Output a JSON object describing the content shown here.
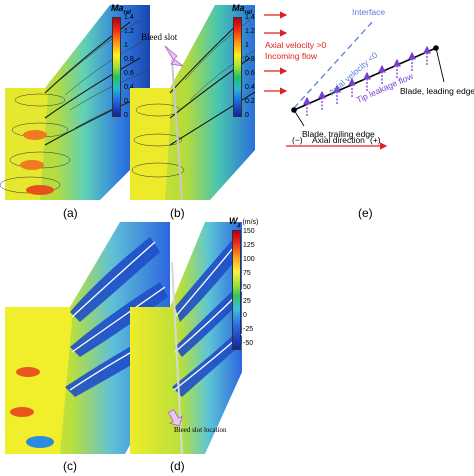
{
  "panels": [
    {
      "id": "a",
      "caption": "(a)"
    },
    {
      "id": "b",
      "caption": "(b)"
    },
    {
      "id": "c",
      "caption": "(c)"
    },
    {
      "id": "d",
      "caption": "(d)"
    },
    {
      "id": "e",
      "caption": "(e)"
    }
  ],
  "colorbar_ma": {
    "title_main": "Ma",
    "title_sub": "rel",
    "ticks": [
      "1.4",
      "1.2",
      "1",
      "0.8",
      "0.6",
      "0.4",
      "0.2",
      "0"
    ]
  },
  "colorbar_w": {
    "title_main": "W",
    "title_sub": "z",
    "title_unit": " (m/s)",
    "ticks": [
      "150",
      "125",
      "100",
      "75",
      "50",
      "25",
      "0",
      "-25",
      "-50"
    ]
  },
  "annotations": {
    "bleed_slot": "Bleed slot",
    "bleed_slot_location": "Bleed slot location"
  },
  "schematic": {
    "interface": "Interface",
    "axial_velocity_pos": "Axial velocity >0",
    "incoming_flow": "Incoming flow",
    "axial_velocity_neg": "Axial velocity <0",
    "tip_leakage_flow": "Tip leakage flow",
    "blade_leading_edge": "Blade, leading edge",
    "blade_trailing_edge": "Blade, trailing edge",
    "minus": "(−)",
    "axial_direction": "Axial direction",
    "plus": "(+)"
  },
  "colors": {
    "red": "#e02020",
    "blue_dash": "#5b7fd6",
    "purple": "#7a3fd0",
    "black": "#000000"
  }
}
